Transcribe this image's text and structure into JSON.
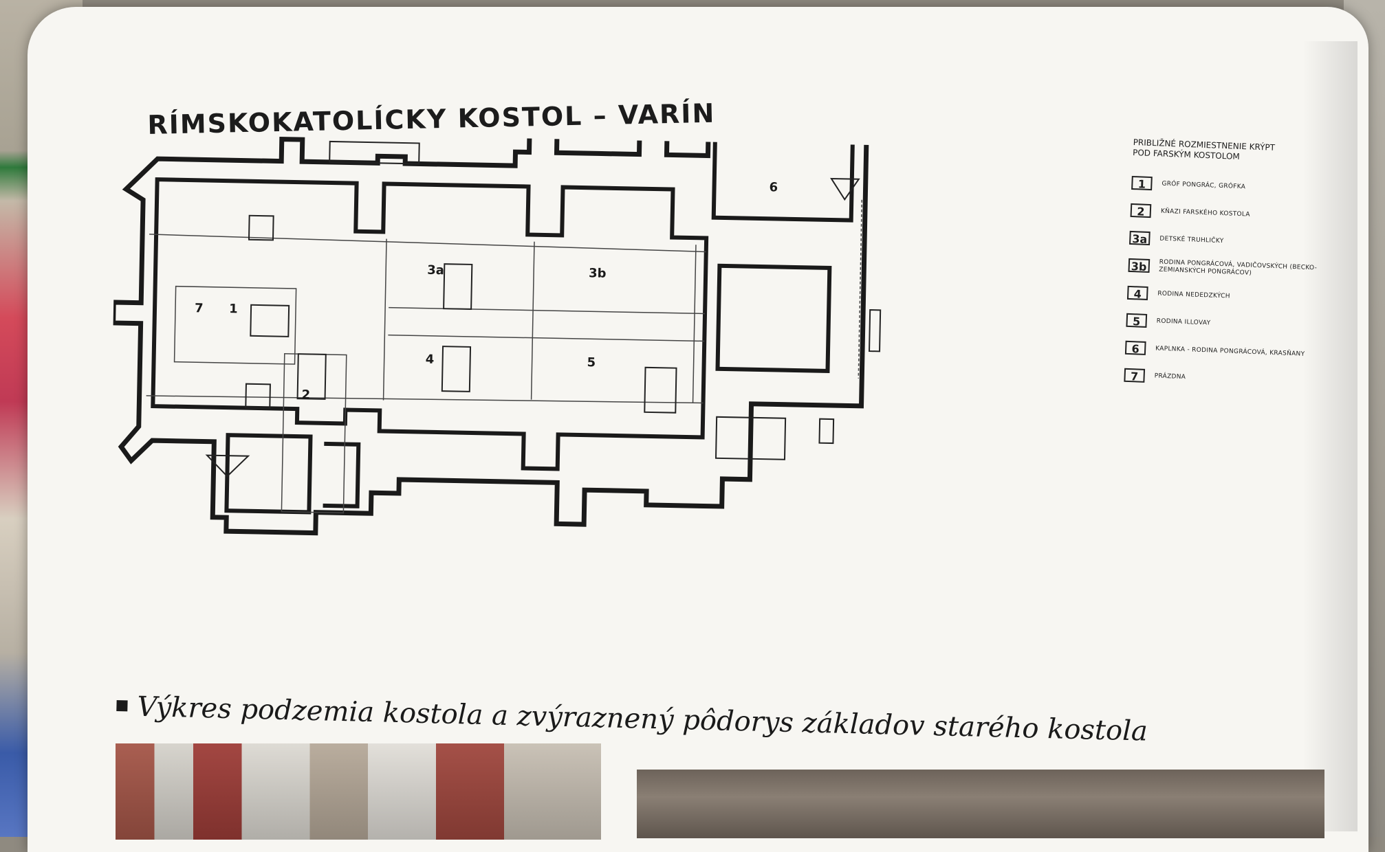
{
  "title": "RÍMSKOKATOLÍCKY  KOSTOL  –  VARÍN",
  "legend": {
    "title_line1": "PRIBLIŽNÉ ROZMIESTNENIE KRÝPT",
    "title_line2": "POD FARSKÝM KOSTOLOM",
    "items": [
      {
        "num": "1",
        "text": "GRÓF PONGRÁC, GRÓFKA"
      },
      {
        "num": "2",
        "text": "KŇAZI FARSKÉHO KOSTOLA"
      },
      {
        "num": "3a",
        "text": "DETSKÉ TRUHLIČKY"
      },
      {
        "num": "3b",
        "text": "RODINA PONGRÁCOVÁ, VADIČOVSKÝCH (BECKO-ZEMIANSKÝCH PONGRÁCOV)"
      },
      {
        "num": "4",
        "text": "RODINA NEDEDZKÝCH"
      },
      {
        "num": "5",
        "text": "RODINA ILLOVAY"
      },
      {
        "num": "6",
        "text": "KAPLNKA - RODINA PONGRÁCOVÁ, KRASŇANY"
      },
      {
        "num": "7",
        "text": "PRÁZDNA"
      }
    ]
  },
  "rooms": {
    "r1": "1",
    "r2": "2",
    "r3a": "3a",
    "r3b": "3b",
    "r4": "4",
    "r5": "5",
    "r6": "6",
    "r7": "7"
  },
  "caption": "Výkres podzemia kostola a zvýraznený pôdorys základov starého kostola"
}
